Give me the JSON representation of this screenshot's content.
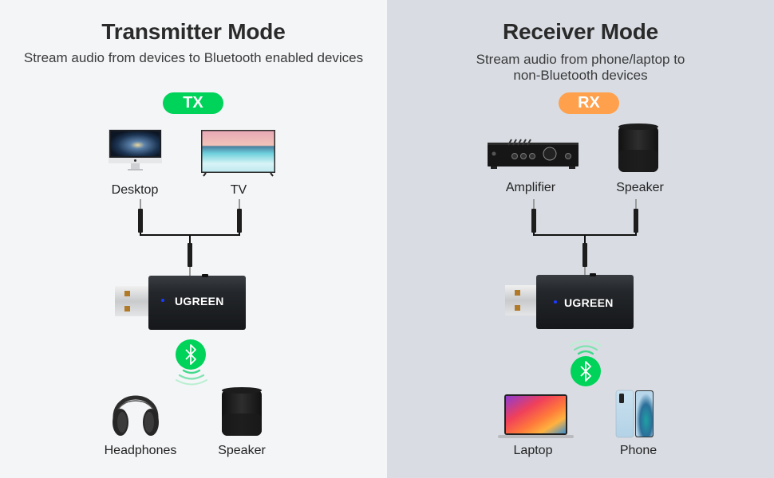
{
  "transmitter": {
    "title": "Transmitter Mode",
    "subtitle": "Stream audio from devices to Bluetooth enabled devices",
    "badge": "TX",
    "badge_color": "#00d35a",
    "sources": [
      {
        "label": "Desktop",
        "icon": "desktop-icon"
      },
      {
        "label": "TV",
        "icon": "tv-icon"
      }
    ],
    "adapter_brand": "UGREEN",
    "targets": [
      {
        "label": "Headphones",
        "icon": "headphones-icon"
      },
      {
        "label": "Speaker",
        "icon": "speaker-icon"
      }
    ]
  },
  "receiver": {
    "title": "Receiver Mode",
    "subtitle_line1": "Stream audio from phone/laptop to",
    "subtitle_line2": "non-Bluetooth devices",
    "badge": "RX",
    "badge_color": "#ffa04d",
    "outputs": [
      {
        "label": "Amplifier",
        "icon": "amplifier-icon"
      },
      {
        "label": "Speaker",
        "icon": "speaker-icon"
      }
    ],
    "adapter_brand": "UGREEN",
    "sources": [
      {
        "label": "Laptop",
        "icon": "laptop-icon"
      },
      {
        "label": "Phone",
        "icon": "phone-icon"
      }
    ]
  },
  "colors": {
    "left_bg": "#f4f5f7",
    "right_bg": "#d9dde3",
    "bluetooth_green": "#00d35a",
    "adapter_body": "#1f2226"
  }
}
